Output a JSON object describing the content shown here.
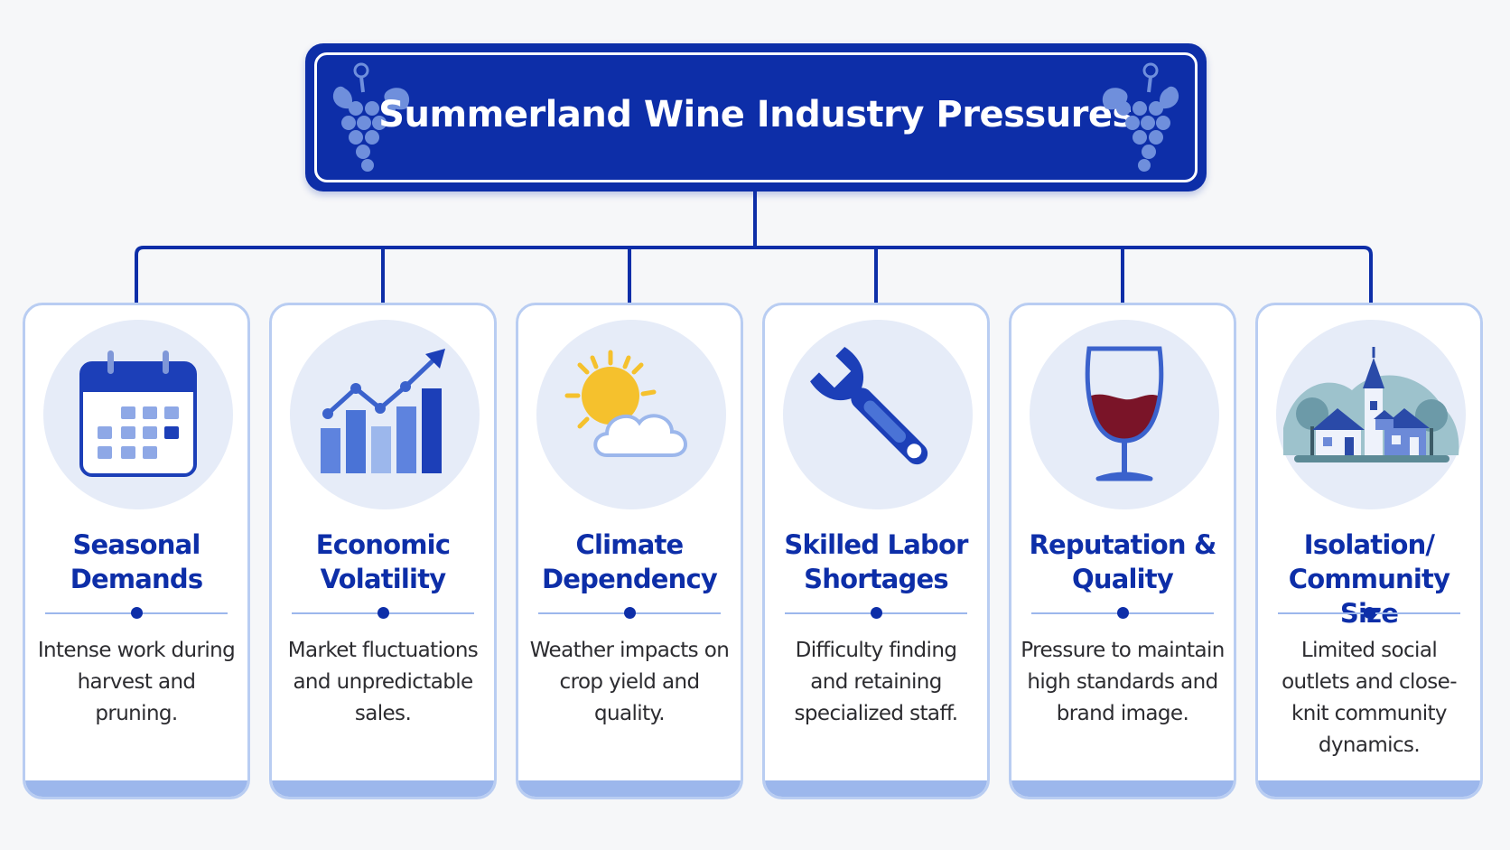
{
  "header": {
    "title": "Summerland Wine Industry Pressures"
  },
  "colors": {
    "primary": "#0d2ea8",
    "accent_light": "#9cb7ec",
    "circle_bg": "#e6ecf8",
    "wine": "#7a1428",
    "sun": "#f5c12d"
  },
  "cards": [
    {
      "title": "Seasonal Demands",
      "description": "Intense work during harvest and pruning.",
      "icon": "calendar-icon"
    },
    {
      "title": "Economic Volatility",
      "description": "Market fluctuations and unpredictable sales.",
      "icon": "bar-chart-trend-icon"
    },
    {
      "title": "Climate Dependency",
      "description": "Weather impacts on crop yield and quality.",
      "icon": "sun-cloud-icon"
    },
    {
      "title": "Skilled Labor Shortages",
      "description": "Difficulty finding and retaining specialized staff.",
      "icon": "wrench-icon"
    },
    {
      "title": "Reputation & Quality",
      "description": "Pressure to maintain high standards and brand image.",
      "icon": "wine-glass-icon"
    },
    {
      "title": "Isolation/ Community Size",
      "description": "Limited social outlets and close-knit community dynamics.",
      "icon": "village-icon"
    }
  ]
}
